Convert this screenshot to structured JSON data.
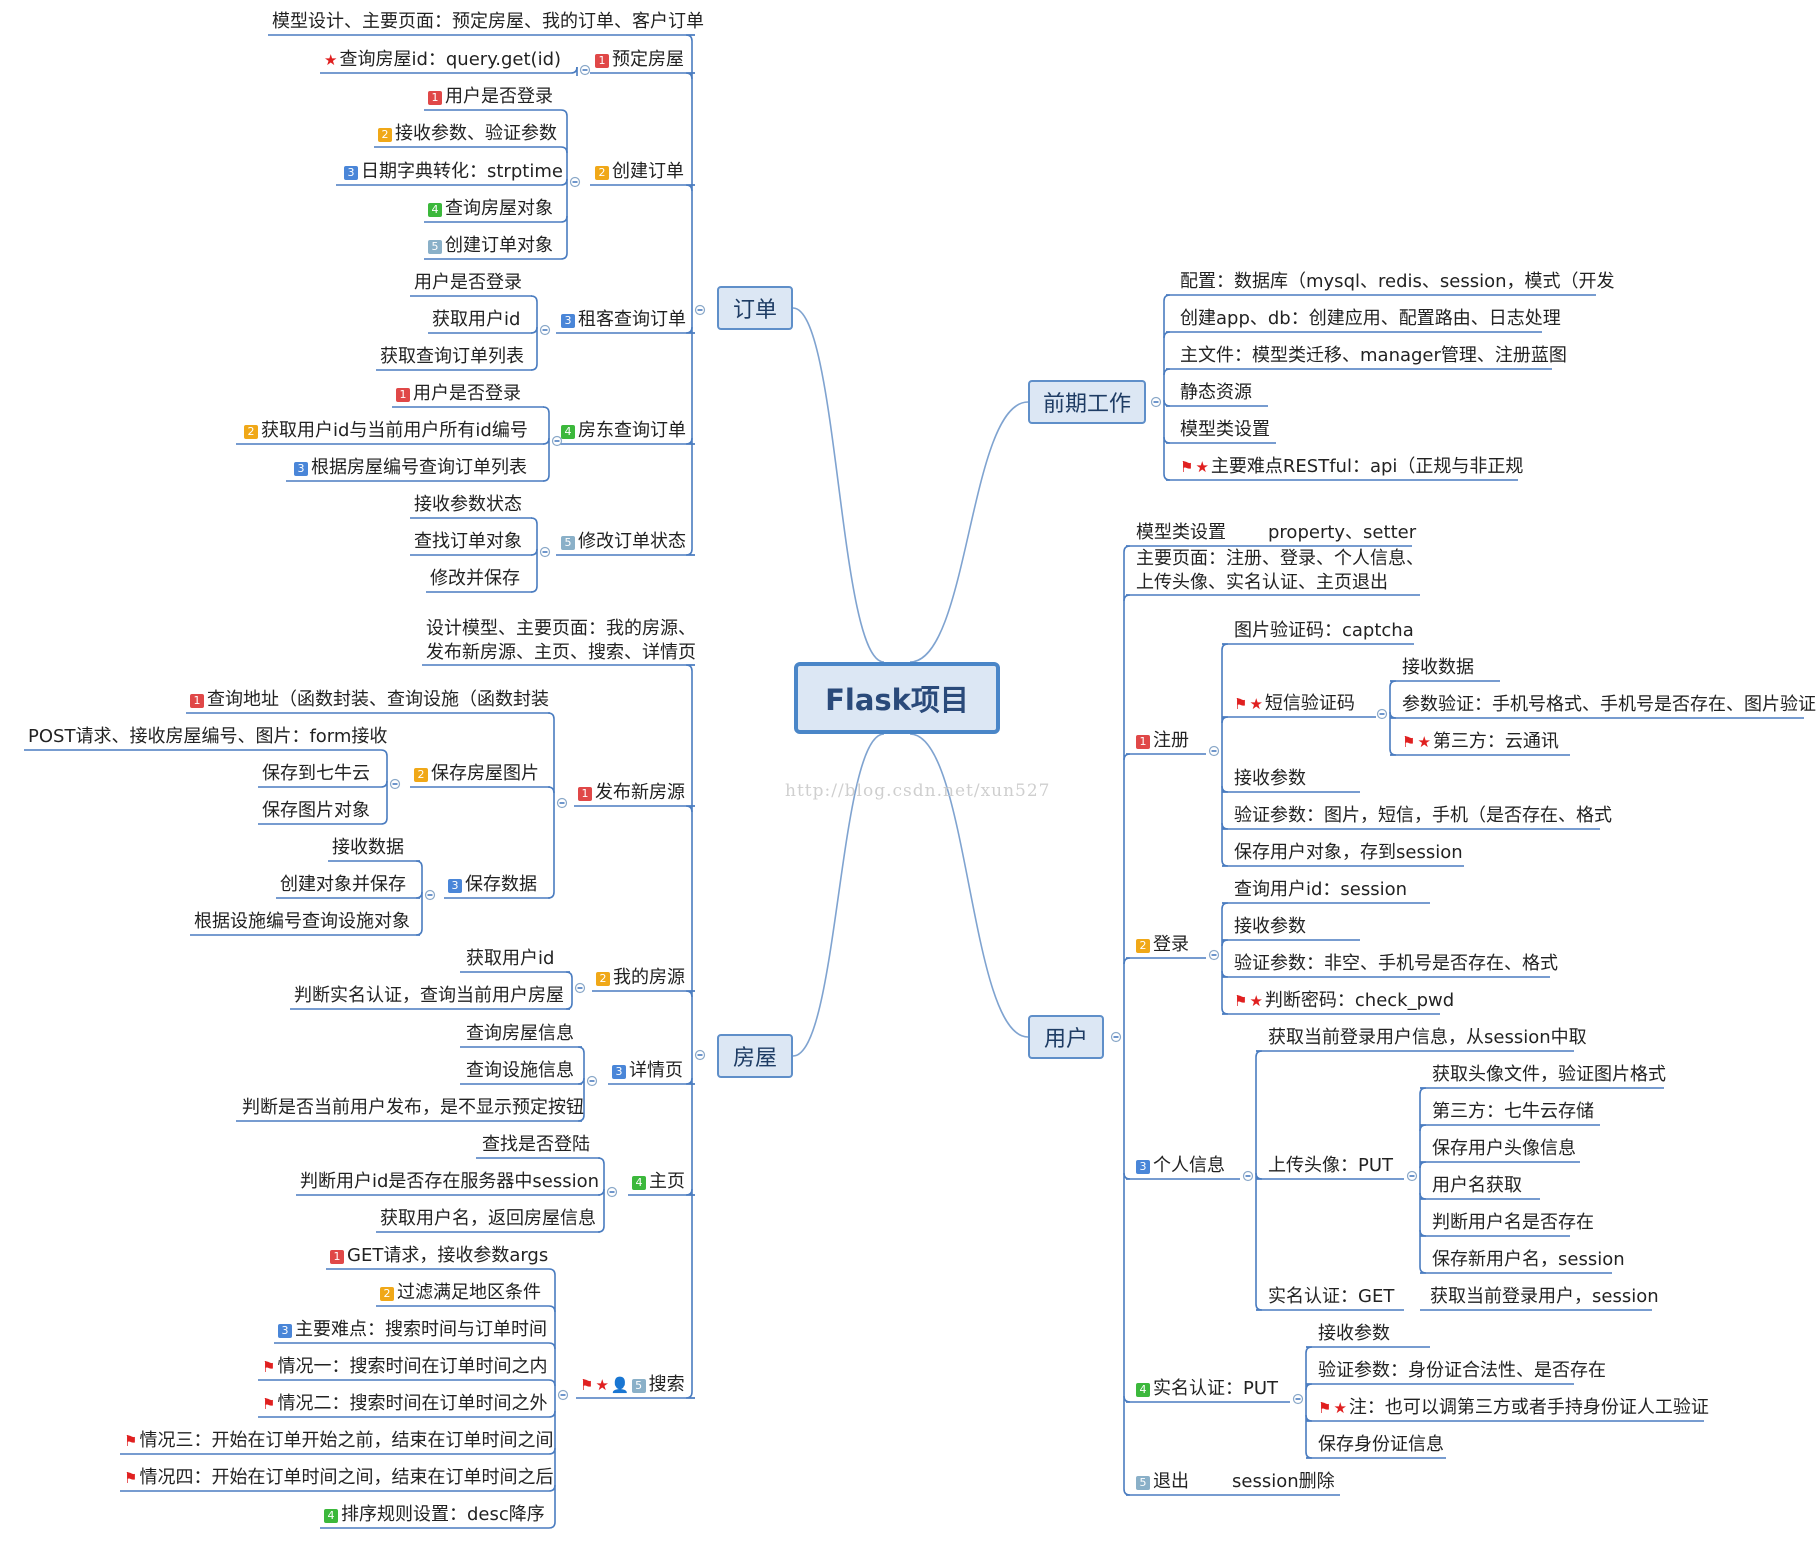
{
  "center": "Flask项目",
  "watermark": "http://blog.csdn.net/xun527",
  "branches": {
    "order": "订单",
    "early": "前期工作",
    "house": "房屋",
    "user": "用户"
  },
  "nodes": [
    {
      "id": "o0",
      "text": "模型设计、主要页面：预定房屋、我的订单、客户订单"
    },
    {
      "id": "o1",
      "text": "预定房屋",
      "badge": "1"
    },
    {
      "id": "o1a",
      "text": "查询房屋id：query.get(id)",
      "star": true
    },
    {
      "id": "o2",
      "text": "创建订单",
      "badge": "2"
    },
    {
      "id": "o2a",
      "text": "用户是否登录",
      "badge": "1"
    },
    {
      "id": "o2b",
      "text": "接收参数、验证参数",
      "badge": "2"
    },
    {
      "id": "o2c",
      "text": "日期字典转化：strptime",
      "badge": "3"
    },
    {
      "id": "o2d",
      "text": "查询房屋对象",
      "badge": "4"
    },
    {
      "id": "o2e",
      "text": "创建订单对象",
      "badge": "5"
    },
    {
      "id": "o3",
      "text": "租客查询订单",
      "badge": "3"
    },
    {
      "id": "o3a",
      "text": "用户是否登录"
    },
    {
      "id": "o3b",
      "text": "获取用户id"
    },
    {
      "id": "o3c",
      "text": "获取查询订单列表"
    },
    {
      "id": "o4",
      "text": "房东查询订单",
      "badge": "4"
    },
    {
      "id": "o4a",
      "text": "用户是否登录",
      "badge": "1"
    },
    {
      "id": "o4b",
      "text": "获取用户id与当前用户所有id编号",
      "badge": "2"
    },
    {
      "id": "o4c",
      "text": "根据房屋编号查询订单列表",
      "badge": "3"
    },
    {
      "id": "o5",
      "text": "修改订单状态",
      "badge": "5"
    },
    {
      "id": "o5a",
      "text": "接收参数状态"
    },
    {
      "id": "o5b",
      "text": "查找订单对象"
    },
    {
      "id": "o5c",
      "text": "修改并保存"
    },
    {
      "id": "h0",
      "text": "设计模型、主要页面：我的房源、\n发布新房源、主页、搜索、详情页"
    },
    {
      "id": "h1",
      "text": "发布新房源",
      "badge": "1"
    },
    {
      "id": "h1a",
      "text": "查询地址（函数封装、查询设施（函数封装",
      "badge": "1"
    },
    {
      "id": "h1b",
      "text": "保存房屋图片",
      "badge": "2"
    },
    {
      "id": "h1b1",
      "text": "POST请求、接收房屋编号、图片：form接收"
    },
    {
      "id": "h1b2",
      "text": "保存到七牛云"
    },
    {
      "id": "h1b3",
      "text": "保存图片对象"
    },
    {
      "id": "h1c",
      "text": "保存数据",
      "badge": "3"
    },
    {
      "id": "h1c1",
      "text": "接收数据"
    },
    {
      "id": "h1c2",
      "text": "创建对象并保存"
    },
    {
      "id": "h1c3",
      "text": "根据设施编号查询设施对象"
    },
    {
      "id": "h2",
      "text": "我的房源",
      "badge": "2"
    },
    {
      "id": "h2a",
      "text": "获取用户id"
    },
    {
      "id": "h2b",
      "text": "判断实名认证，查询当前用户房屋"
    },
    {
      "id": "h3",
      "text": "详情页",
      "badge": "3"
    },
    {
      "id": "h3a",
      "text": "查询房屋信息"
    },
    {
      "id": "h3b",
      "text": "查询设施信息"
    },
    {
      "id": "h3c",
      "text": "判断是否当前用户发布，是不显示预定按钮"
    },
    {
      "id": "h4",
      "text": "主页",
      "badge": "4"
    },
    {
      "id": "h4a",
      "text": "查找是否登陆"
    },
    {
      "id": "h4b",
      "text": "判断用户id是否存在服务器中session"
    },
    {
      "id": "h4c",
      "text": "获取用户名，返回房屋信息"
    },
    {
      "id": "h5",
      "text": "搜索",
      "badge": "5",
      "flag": true,
      "star": true,
      "person": true
    },
    {
      "id": "h5a",
      "text": "GET请求，接收参数args",
      "badge": "1"
    },
    {
      "id": "h5b",
      "text": "过滤满足地区条件",
      "badge": "2"
    },
    {
      "id": "h5c",
      "text": "主要难点：搜索时间与订单时间",
      "badge": "3"
    },
    {
      "id": "h5d",
      "text": "情况一：搜索时间在订单时间之内",
      "flag": true
    },
    {
      "id": "h5e",
      "text": "情况二：搜索时间在订单时间之外",
      "flag": true
    },
    {
      "id": "h5f",
      "text": "情况三：开始在订单开始之前，结束在订单时间之间",
      "flag": true
    },
    {
      "id": "h5g",
      "text": "情况四：开始在订单时间之间，结束在订单时间之后",
      "flag": true
    },
    {
      "id": "h5h",
      "text": "排序规则设置：desc降序",
      "badge": "4"
    },
    {
      "id": "e1",
      "text": "配置：数据库（mysql、redis、session，模式（开发"
    },
    {
      "id": "e2",
      "text": "创建app、db：创建应用、配置路由、日志处理"
    },
    {
      "id": "e3",
      "text": "主文件：模型类迁移、manager管理、注册蓝图"
    },
    {
      "id": "e4",
      "text": "静态资源"
    },
    {
      "id": "e5",
      "text": "模型类设置"
    },
    {
      "id": "e6",
      "text": "主要难点RESTful：api（正规与非正规",
      "flag": true,
      "star": true
    },
    {
      "id": "u0",
      "text": "模型类设置"
    },
    {
      "id": "u0a",
      "text": "property、setter"
    },
    {
      "id": "u00",
      "text": "主要页面：注册、登录、个人信息、\n上传头像、实名认证、主页退出"
    },
    {
      "id": "u1",
      "text": "注册",
      "badge": "1"
    },
    {
      "id": "u1a",
      "text": "图片验证码：captcha"
    },
    {
      "id": "u1b",
      "text": "短信验证码",
      "flag": true,
      "star": true
    },
    {
      "id": "u1b1",
      "text": "接收数据"
    },
    {
      "id": "u1b2",
      "text": "参数验证：手机号格式、手机号是否存在、图片验证"
    },
    {
      "id": "u1b3",
      "text": "第三方：云通讯",
      "flag": true,
      "star": true
    },
    {
      "id": "u1c",
      "text": "接收参数"
    },
    {
      "id": "u1d",
      "text": "验证参数：图片，短信，手机（是否存在、格式"
    },
    {
      "id": "u1e",
      "text": "保存用户对象，存到session"
    },
    {
      "id": "u2",
      "text": "登录",
      "badge": "2"
    },
    {
      "id": "u2a",
      "text": "查询用户id：session"
    },
    {
      "id": "u2b",
      "text": "接收参数"
    },
    {
      "id": "u2c",
      "text": "验证参数：非空、手机号是否存在、格式"
    },
    {
      "id": "u2d",
      "text": "判断密码：check_pwd",
      "flag": true,
      "star": true
    },
    {
      "id": "u3",
      "text": "个人信息",
      "badge": "3"
    },
    {
      "id": "u3a",
      "text": "获取当前登录用户信息，从session中取"
    },
    {
      "id": "u3b",
      "text": "上传头像：PUT"
    },
    {
      "id": "u3b1",
      "text": "获取头像文件，验证图片格式"
    },
    {
      "id": "u3b2",
      "text": "第三方：七牛云存储"
    },
    {
      "id": "u3b3",
      "text": "保存用户头像信息"
    },
    {
      "id": "u3b4",
      "text": "用户名获取"
    },
    {
      "id": "u3b5",
      "text": "判断用户名是否存在"
    },
    {
      "id": "u3b6",
      "text": "保存新用户名，session"
    },
    {
      "id": "u3c",
      "text": "实名认证：GET"
    },
    {
      "id": "u3c1",
      "text": "获取当前登录用户，session"
    },
    {
      "id": "u4",
      "text": "实名认证：PUT",
      "badge": "4"
    },
    {
      "id": "u4a",
      "text": "接收参数"
    },
    {
      "id": "u4b",
      "text": "验证参数：身份证合法性、是否存在"
    },
    {
      "id": "u4c",
      "text": "注：也可以调第三方或者手持身份证人工验证",
      "flag": true,
      "star": true
    },
    {
      "id": "u4d",
      "text": "保存身份证信息"
    },
    {
      "id": "u5",
      "text": "退出",
      "badge": "5"
    },
    {
      "id": "u5a",
      "text": "session删除"
    }
  ]
}
